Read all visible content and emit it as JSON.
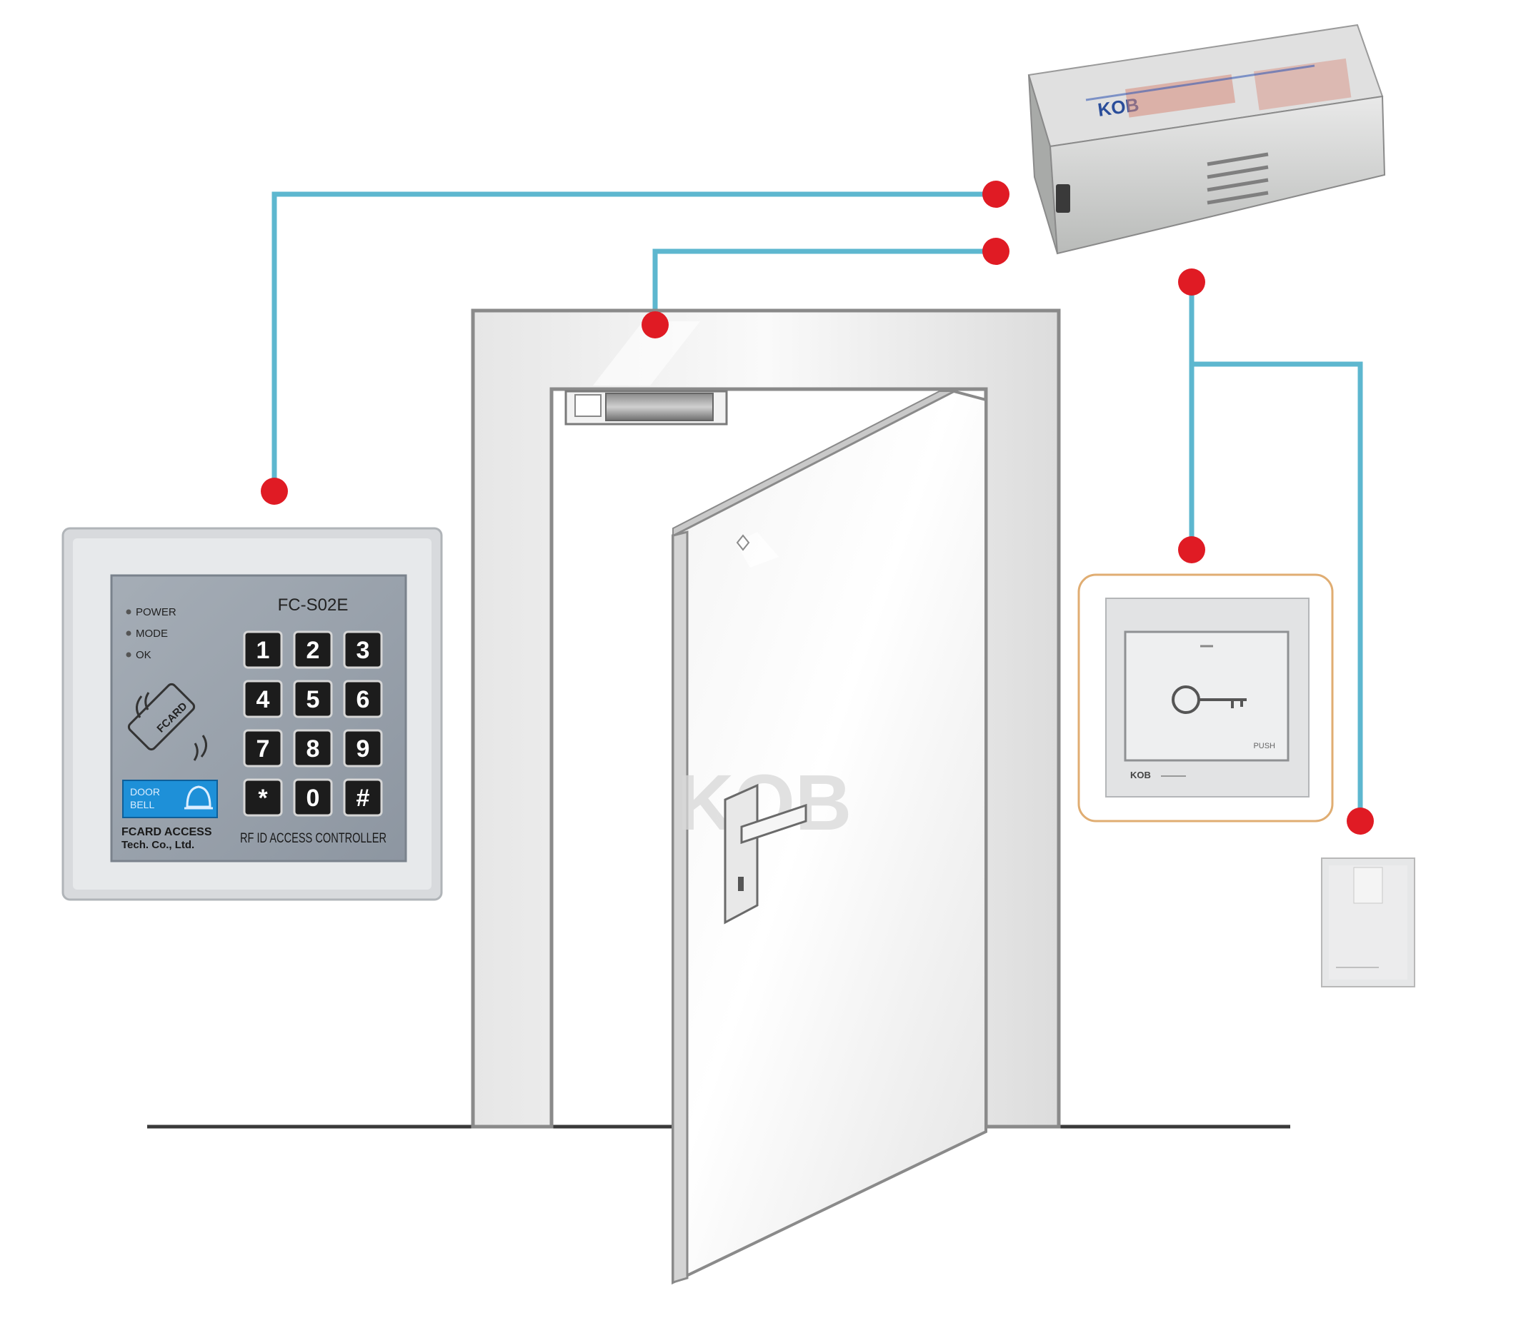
{
  "keypad": {
    "model": "FC-S02E",
    "leds": [
      "POWER",
      "MODE",
      "OK"
    ],
    "card_label": "FCARD",
    "doorbell": [
      "DOOR",
      "BELL"
    ],
    "brand_line1": "FCARD ACCESS",
    "brand_line2": "Tech. Co., Ltd.",
    "caption": "RF ID ACCESS CONTROLLER",
    "keys": [
      "1",
      "2",
      "3",
      "4",
      "5",
      "6",
      "7",
      "8",
      "9",
      "*",
      "0",
      "#"
    ]
  },
  "door": {
    "watermark": "KOB"
  },
  "power_supply": {
    "brand": "KOB"
  },
  "exit_button": {
    "brand": "KOB",
    "label": "PUSH"
  },
  "colors": {
    "wire": "#5db7cf",
    "terminal": "#e01b24",
    "floor": "#3a3a3a",
    "door_line": "#8a8a8a",
    "exit_button_border": "#e0ad72",
    "doorbell_blue": "#1e90d8"
  }
}
